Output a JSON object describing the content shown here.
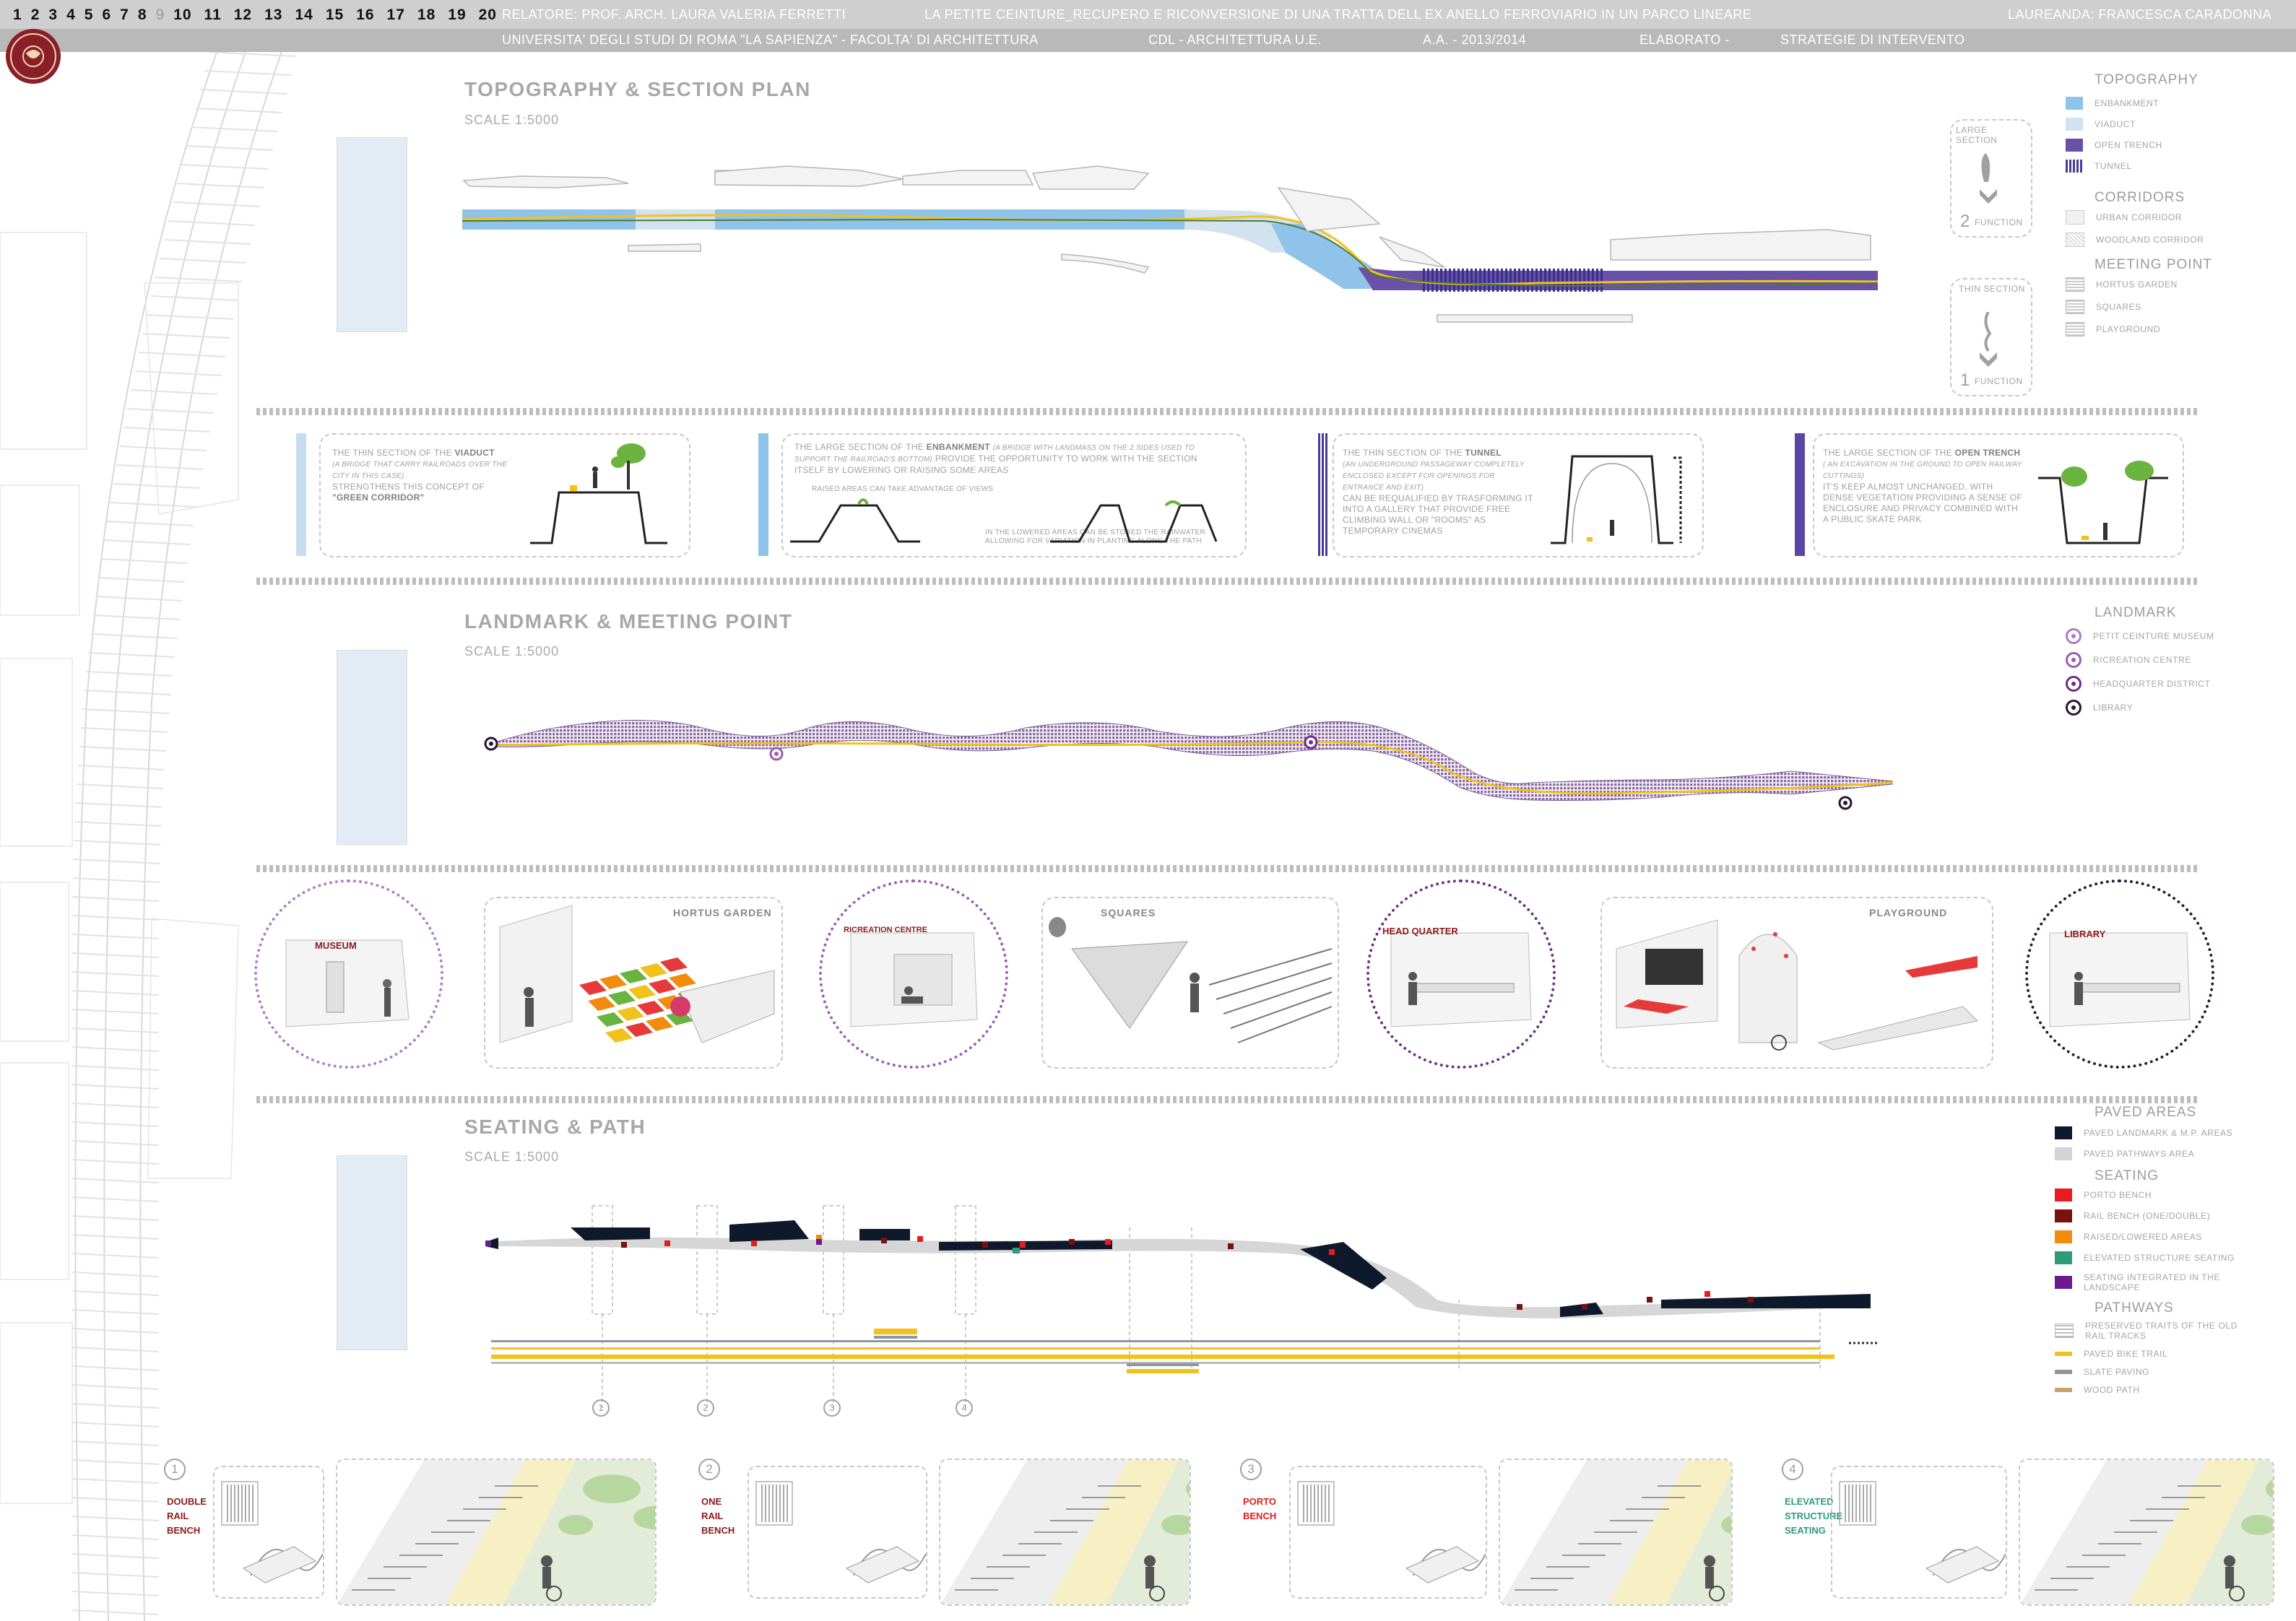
{
  "header": {
    "pages": [
      "1",
      "2",
      "3",
      "4",
      "5",
      "6",
      "7",
      "8",
      "9",
      "10",
      "11",
      "12",
      "13",
      "14",
      "15",
      "16",
      "17",
      "18",
      "19",
      "20"
    ],
    "current_page": "9",
    "relatore": "RELATORE: PROF. ARCH. LAURA VALERIA FERRETTI",
    "title": "LA PETITE CEINTURE_RECUPERO E RICONVERSIONE DI UNA TRATTA DELL EX ANELLO FERROVIARIO IN UN PARCO LINEARE",
    "laureanda": "LAUREANDA: FRANCESCA CARADONNA",
    "university": "UNIVERSITA' DEGLI STUDI DI ROMA \"LA SAPIENZA\"  -  FACOLTA' DI ARCHITETTURA",
    "cdl": "CDL - ARCHITETTURA U.E.",
    "aa": "A.A. -  2013/2014",
    "elaborato": "ELABORATO     -",
    "tema": "STRATEGIE DI INTERVENTO"
  },
  "sections": {
    "topography": {
      "title": "TOPOGRAPHY & SECTION PLAN",
      "scale": "SCALE  1:5000"
    },
    "landmark": {
      "title": "LANDMARK & MEETING POINT",
      "scale": "SCALE  1:5000"
    },
    "seating": {
      "title": "SEATING & PATH",
      "scale": "SCALE  1:5000"
    }
  },
  "section_indicator": {
    "large_label": "LARGE SECTION",
    "large_num": "2",
    "large_fn": "FUNCTION",
    "thin_label": "THIN SECTION",
    "thin_num": "1",
    "thin_fn": "FUNCTION"
  },
  "legend_topo": {
    "title": "TOPOGRAPHY",
    "items": [
      {
        "label": "ENBANKMENT",
        "color": "#8fc3ea"
      },
      {
        "label": "VIADUCT",
        "color": "#d3e2ef"
      },
      {
        "label": "OPEN TRENCH",
        "color": "#6a51a8"
      },
      {
        "label": "TUNNEL",
        "color": "#4a3a9a"
      }
    ],
    "corridors_title": "CORRIDORS",
    "corridors": [
      {
        "label": "URBAN CORRIDOR"
      },
      {
        "label": "WOODLAND CORRIDOR"
      }
    ],
    "meeting_title": "MEETING POINT",
    "meeting": [
      {
        "label": "HORTUS GARDEN"
      },
      {
        "label": "SQUARES"
      },
      {
        "label": "PLAYGROUND"
      }
    ]
  },
  "cards": [
    {
      "pre": "THE THIN SECTION OF THE ",
      "bold": "VIADUCT",
      "italic": "(A BRIDGE THAT CARRY RAILROADS OVER THE CITY IN THIS CASE)",
      "post": "STRENGTHENS THIS CONCEPT OF ",
      "bold2": "\"GREEN CORRIDOR\""
    },
    {
      "pre": "THE LARGE SECTION OF THE ",
      "bold": "ENBANKMENT",
      "italic": "(A BRIDGE WITH LANDMASS ON THE 2 SIDES USED TO SUPPORT THE RAILROAD'S BOTTOM)",
      "post": "PROVIDE THE OPPORTUNITY TO WORK WITH THE SECTION ITSELF BY LOWERING OR RAISING SOME AREAS",
      "raised": "RAISED AREAS CAN TAKE ADVANTAGE OF VIEWS",
      "lowered": "IN THE LOWERED AREAS CAN BE STORED THE RAINWATER ALLOWING FOR VARIATION IN PLANTING ALONG THE PATH"
    },
    {
      "pre": "THE THIN SECTION OF THE ",
      "bold": "TUNNEL",
      "italic": "(AN UNDERGROUND PASSAGEWAY COMPLETELY ENCLOSED EXCEPT FOR OPENINGS FOR ENTRANCE AND EXIT)",
      "post": "CAN BE REQUALIFIED BY TRASFORMING IT INTO A GALLERY THAT PROVIDE FREE CLIMBING WALL OR \"ROOMS\" AS TEMPORARY CINEMAS"
    },
    {
      "pre": "THE LARGE SECTION OF THE ",
      "bold": "OPEN TRENCH",
      "italic": "( AN EXCAVATION IN THE GROUND TO OPEN RAILWAY CUTTINGS)",
      "post": "IT'S KEEP ALMOST UNCHANGED, WITH DENSE VEGETATION PROVIDING A SENSE OF ENCLOSURE AND PRIVACY COMBINED WITH A PUBLIC SKATE PARK"
    }
  ],
  "legend_landmark": {
    "title": "LANDMARK",
    "items": [
      {
        "label": "PETIT CEINTURE MUSEUM",
        "color": "#b07cc6"
      },
      {
        "label": "RICREATION CENTRE",
        "color": "#9a5fb3"
      },
      {
        "label": "HEADQUARTER DISTRICT",
        "color": "#6e2f86"
      },
      {
        "label": "LIBRARY",
        "color": "#2b1633"
      }
    ]
  },
  "vignettes": [
    {
      "label": "MUSEUM",
      "type": "circle",
      "color": "#b07cc6"
    },
    {
      "label": "HORTUS GARDEN",
      "type": "rect"
    },
    {
      "label": "RICREATION CENTRE",
      "type": "circle",
      "color": "#9a5fb3"
    },
    {
      "label": "SQUARES",
      "type": "rect"
    },
    {
      "label": "HEAD QUARTER",
      "type": "circle",
      "color": "#6e2f86"
    },
    {
      "label": "PLAYGROUND",
      "type": "rect"
    },
    {
      "label": "LIBRARY",
      "type": "circle",
      "color": "#2b1633"
    }
  ],
  "legend_seating": {
    "paved_title": "PAVED AREAS",
    "paved": [
      {
        "label": "PAVED LANDMARK & M.P. AREAS",
        "color": "#0e1a2b"
      },
      {
        "label": "PAVED PATHWAYS AREA",
        "color": "#d4d4d4"
      }
    ],
    "seating_title": "SEATING",
    "seating": [
      {
        "label": "PORTO BENCH",
        "color": "#e81c1c"
      },
      {
        "label": "RAIL BENCH (ONE/DOUBLE)",
        "color": "#7a1010"
      },
      {
        "label": "RAISED/LOWERED AREAS",
        "color": "#f28c0f"
      },
      {
        "label": "ELEVATED STRUCTURE SEATING",
        "color": "#2f9b7d"
      },
      {
        "label": "SEATING INTEGRATED IN THE LANDSCAPE",
        "color": "#6a1c8e"
      }
    ],
    "path_title": "PATHWAYS",
    "paths": [
      {
        "label": "PRESERVED TRAITS OF THE OLD RAIL TRACKS",
        "color": "#bbbbbb"
      },
      {
        "label": "PAVED BIKE TRAIL",
        "color": "#f2c21c"
      },
      {
        "label": "SLATE PAVING",
        "color": "#8f96a3"
      },
      {
        "label": "WOOD PATH",
        "color": "#c8a36a"
      }
    ]
  },
  "markers": [
    "1",
    "2",
    "3",
    "4"
  ],
  "benches": [
    {
      "num": "1",
      "l1": "DOUBLE",
      "l2": "RAIL",
      "l3": "BENCH",
      "color": "#8b1a1a"
    },
    {
      "num": "2",
      "l1": "ONE",
      "l2": "RAIL",
      "l3": "BENCH",
      "color": "#8b1a1a"
    },
    {
      "num": "3",
      "l1": "PORTO",
      "l2": "BENCH",
      "l3": "",
      "color": "#e81c1c"
    },
    {
      "num": "4",
      "l1": "ELEVATED",
      "l2": "STRUCTURE",
      "l3": "SEATING",
      "color": "#2f9b7d"
    }
  ]
}
